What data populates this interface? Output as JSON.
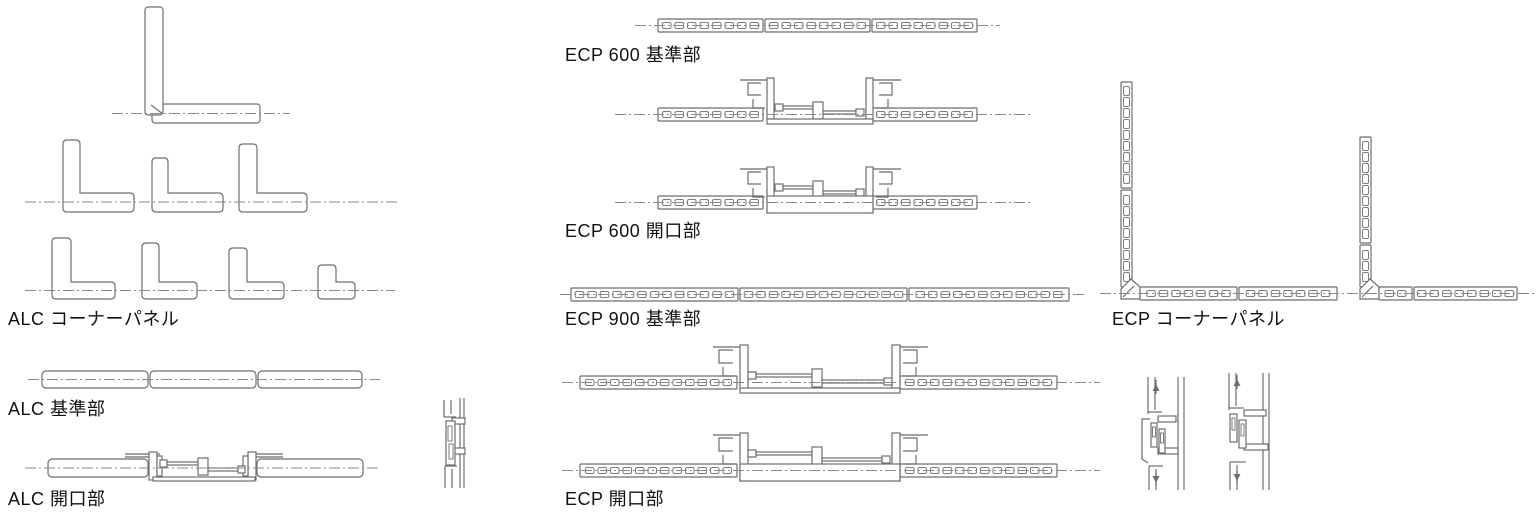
{
  "page": {
    "background": "#ffffff",
    "line_color": "#6e6e6e",
    "hole_line_color": "#7d7d7d",
    "centerline_color": "#8a8a8a",
    "flashing_line_color": "#a0a0a0",
    "text_color": "#111111"
  },
  "labels": {
    "alc_corner": "ALC コーナーパネル",
    "alc_standard": "ALC 基準部",
    "alc_opening": "ALC 開口部",
    "ecp600_standard": "ECP 600 基準部",
    "ecp600_opening": "ECP 600 開口部",
    "ecp900_standard": "ECP 900 基準部",
    "ecp_opening": "ECP 開口部",
    "ecp_corner": "ECP コーナーパネル"
  }
}
